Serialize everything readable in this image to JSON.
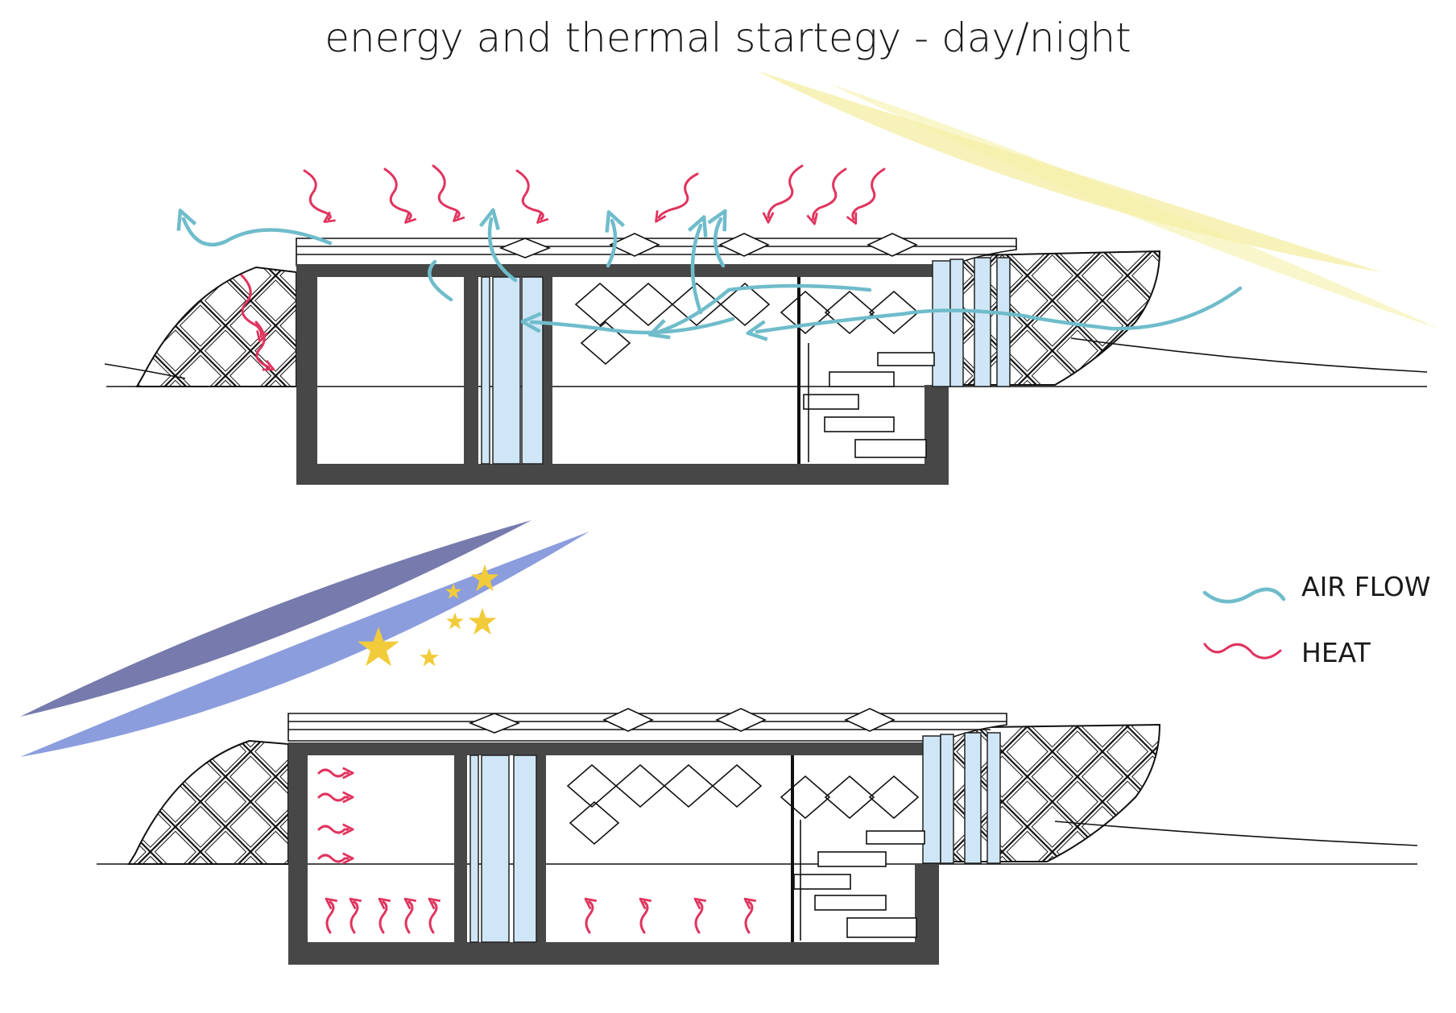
{
  "title": "energy and thermal startegy - day/night",
  "legend": {
    "air_flow": "AIR FLOW",
    "heat": "HEAT"
  },
  "colors": {
    "air_flow": "#6fbccb",
    "heat": "#e0345e",
    "sun": "#f3ec9a",
    "moon_dark": "#6f73a8",
    "moon_light": "#6e84d4",
    "star": "#f2cb3a",
    "wall": "#474747",
    "glass": "#cfe6f6"
  },
  "icons": {
    "sun": "sun-rays-icon",
    "moon": "night-sky-icon",
    "star": "star-icon"
  }
}
